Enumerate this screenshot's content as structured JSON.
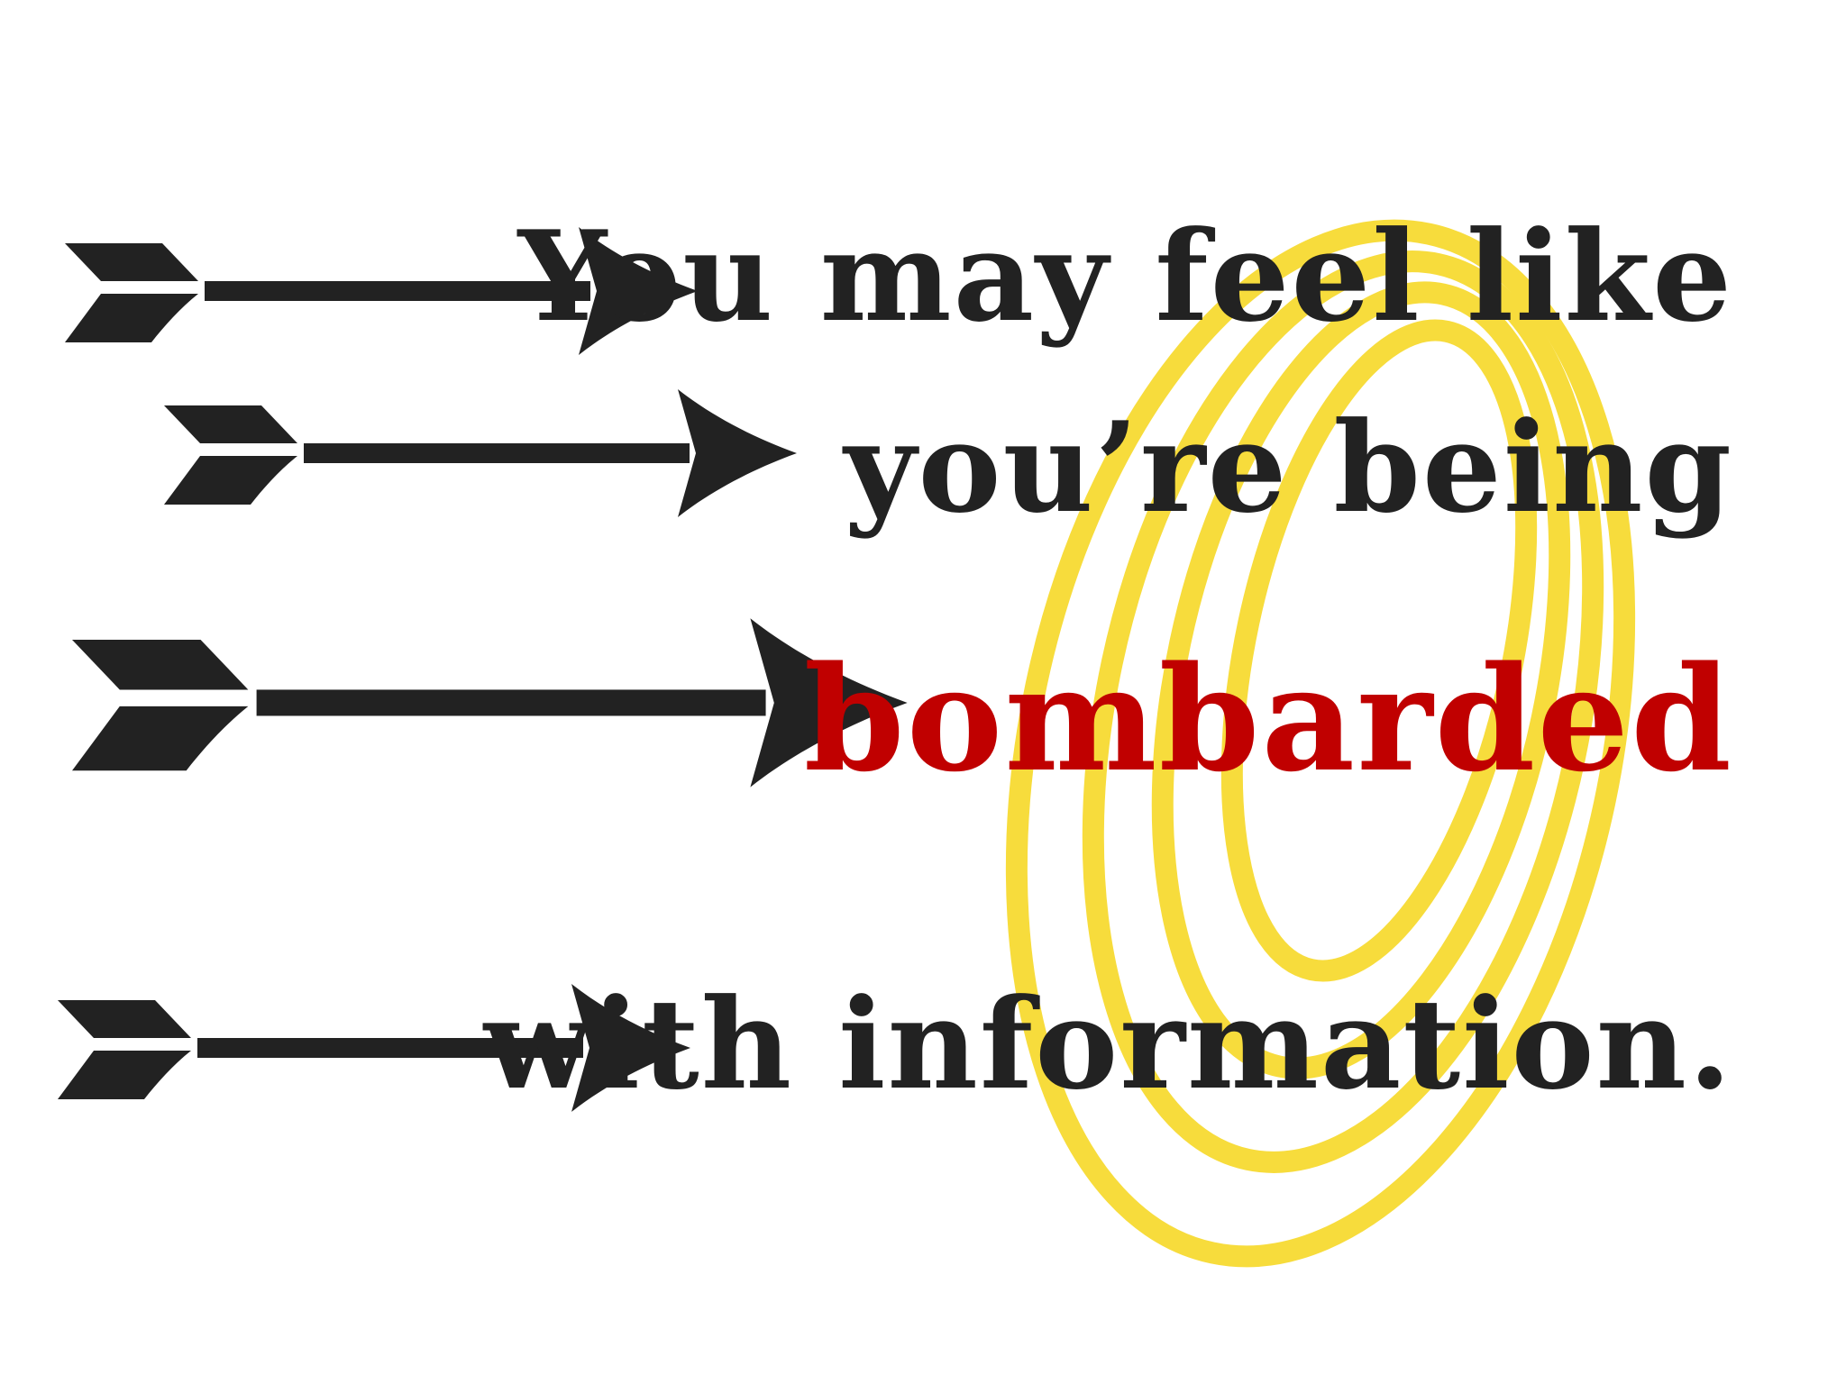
{
  "lines": [
    "You may feel like",
    "you’re being",
    "bombarded",
    "with information."
  ],
  "colors": {
    "background": "#ffffff",
    "text": "#222222",
    "highlight_text": "#c00000",
    "target_rings": "#f7dc3c",
    "arrows": "#222222"
  },
  "icons": {
    "target": "yellow-concentric-rings-target-icon",
    "arrows": [
      "arrow-icon",
      "arrow-icon",
      "arrow-icon",
      "arrow-icon"
    ]
  }
}
